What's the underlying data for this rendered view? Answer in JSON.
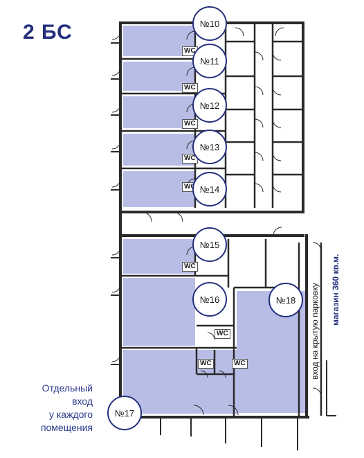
{
  "title": "2 БС",
  "note": [
    "Отдельный",
    "вход",
    "у каждого",
    "помещения"
  ],
  "labels": {
    "parking_entrance": "вход на крытую парковку",
    "shop": "магазин 360 кв.м."
  },
  "units": [
    {
      "id": "room-10",
      "label": "№10"
    },
    {
      "id": "room-11",
      "label": "№11"
    },
    {
      "id": "room-12",
      "label": "№12"
    },
    {
      "id": "room-13",
      "label": "№13"
    },
    {
      "id": "room-14",
      "label": "№14"
    },
    {
      "id": "room-15",
      "label": "№15"
    },
    {
      "id": "room-16",
      "label": "№16"
    },
    {
      "id": "room-18",
      "label": "№18"
    },
    {
      "id": "room-17",
      "label": "№17"
    }
  ],
  "wc_label": "WC",
  "colors": {
    "fill": "#b8bde6",
    "accent": "#24307d",
    "wall": "#2a2a2a"
  }
}
